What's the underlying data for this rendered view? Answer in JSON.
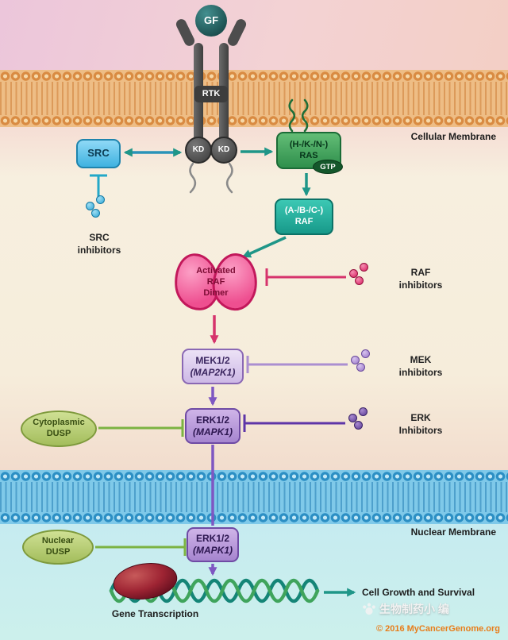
{
  "pathway": {
    "gf": "GF",
    "rtk": "RTK",
    "kd": "KD",
    "src": "SRC",
    "ras": {
      "line1": "(H-/K-/N-)",
      "line2": "RAS",
      "gtp": "GTP"
    },
    "raf": {
      "line1": "(A-/B-/C-)",
      "line2": "RAF"
    },
    "raf_dimer": {
      "line1": "Activated",
      "line2": "RAF",
      "line3": "Dimer"
    },
    "mek": {
      "line1": "MEK1/2",
      "line2": "(MAP2K1)"
    },
    "erk": {
      "line1": "ERK1/2",
      "line2": "(MAPK1)"
    },
    "nuclear_erk": {
      "line1": "ERK1/2",
      "line2": "(MAPK1)"
    },
    "cytoplasmic_dusp": {
      "line1": "Cytoplasmic",
      "line2": "DUSP"
    },
    "nuclear_dusp": {
      "line1": "Nuclear",
      "line2": "DUSP"
    }
  },
  "inhibitors": {
    "src": {
      "line1": "SRC",
      "line2": "inhibitors"
    },
    "raf": {
      "line1": "RAF",
      "line2": "inhibitors"
    },
    "mek": {
      "line1": "MEK",
      "line2": "inhibitors"
    },
    "erk": {
      "line1": "ERK",
      "line2": "Inhibitors"
    }
  },
  "labels": {
    "cellular_membrane": "Cellular Membrane",
    "nuclear_membrane": "Nuclear Membrane",
    "gene_transcription": "Gene Transcription",
    "cell_growth": "Cell Growth and Survival",
    "watermark": "生物制药小 编",
    "copyright": "© 2016 MyCancerGenome.org"
  },
  "colors": {
    "src_box": "#3fb2e0",
    "ras_box": "#2f8f4c",
    "gtp": "#14572b",
    "raf_box": "#17998a",
    "raf_dimer": "#ee4f90",
    "mek_box": "#cdb9e6",
    "erk_box": "#a685cf",
    "dusp": "#a3bd5c",
    "cell_membrane": "#eebd85",
    "nuclear_membrane": "#7fc9e9",
    "arrow_teal": "#1f9688",
    "arrow_crimson": "#d6336c",
    "arrow_purple": "#7e57c2",
    "inhibit_green": "#7cb342",
    "copyright_orange": "#e87d1a"
  }
}
